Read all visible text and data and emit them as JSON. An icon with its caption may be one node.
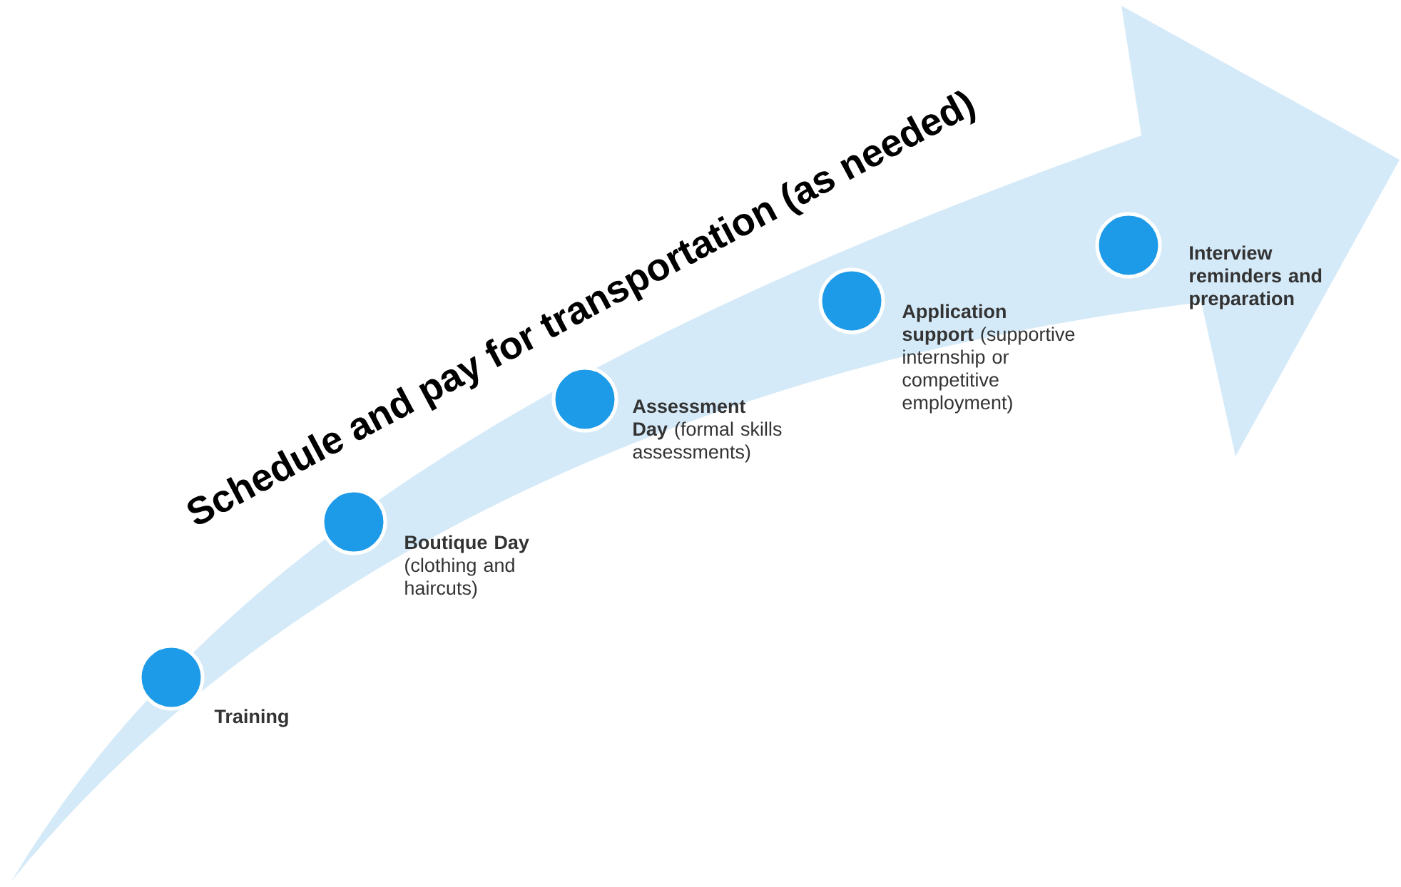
{
  "diagram": {
    "nodes": [
      {
        "text": [
          "Schedule and pay for transportation (as needed)"
        ]
      },
      {
        "text": [],
        "shape": "circle",
        "in": 0,
        "beside": [
          "Training"
        ]
      },
      {
        "text": [],
        "shape": "circle",
        "in": 0,
        "beside": [
          "**Boutique Day** (clothing and haircuts)"
        ]
      },
      {
        "text": [],
        "shape": "circle",
        "in": 0,
        "beside": [
          "**Assessment Day** (formal skills assessments)"
        ]
      },
      {
        "text": [],
        "shape": "circle",
        "in": 0,
        "beside": [
          "**Application support** (supportive internship or competitive employment)"
        ]
      },
      {
        "text": [],
        "shape": "circle",
        "in": 0,
        "beside": [
          "Interview reminders and preparation"
        ]
      }
    ]
  }
}
